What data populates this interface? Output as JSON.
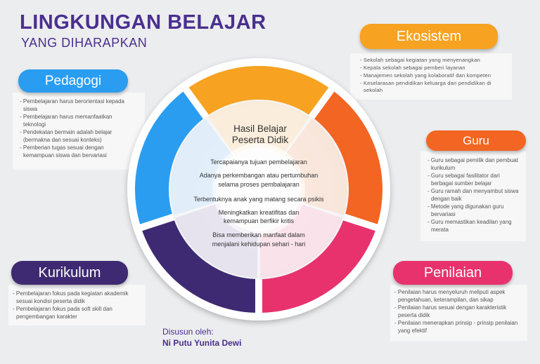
{
  "header": {
    "title": "LINGKUNGAN BELAJAR",
    "subtitle": "YANG DIHARAPKAN"
  },
  "center": {
    "title_line1": "Hasil Belajar",
    "title_line2": "Peserta Didik",
    "items": [
      "Tercapaianya tujuan pembelajaran",
      "Adanya perkembangan atau pertumbuhan",
      "selama proses pembalajaran",
      "Terbentuknya anak yang matang secara psikis",
      "Meningkatkan kreatifitas dan",
      "kemampuan berfikir kritis",
      "Bisa memberikan manfaat dalam",
      "menjalani kehidupan sehari - hari"
    ]
  },
  "panels": {
    "pedagogi": {
      "label": "Pedagogi",
      "color": "#2a9df0",
      "items": [
        "- Pembelajaran harus berorientasi kepada",
        "  siswa",
        "- Pembelajaran harus memanfaatkan",
        "  teknologi",
        "- Pendekatan bermain adalah belajar",
        "  (bermakna dan sesuai konteks)",
        "- Pemberian tugas sesuai dengan",
        "  kemampuan siswa dan bervariasi"
      ]
    },
    "ekosistem": {
      "label": "Ekosistem",
      "color": "#f7a221",
      "items": [
        "- Sekolah sebagai kegiatan yang menyenangkan",
        "- Kepala sekolah sebagai pemberi layanan",
        "- Manajemen sekolah yang kolaboratif dan kompeten",
        "- Keselarasan pendidikan keluarga dan pendidikan di",
        "  sekolah"
      ]
    },
    "guru": {
      "label": "Guru",
      "color": "#f26522",
      "items": [
        "- Guru sebagai pemilik dan pembuat",
        "  kurikulum",
        "- Guru   sebagai fasilitator dari",
        "  berbagai sumber belajar",
        "- Guru ramah dan menyambut siswa",
        "  dengan baik",
        "- Metode yang digunakan guru",
        "  bervariasi",
        "- Guru memastikan keadilan yang",
        "  merata"
      ]
    },
    "kurikulum": {
      "label": "Kurikulum",
      "color": "#3e2a72",
      "items": [
        "- Pembelajaran fokus pada kegiatan akademik",
        "  sesuai kondisi peserta didik",
        "- Pembelajaran fokus pada soft skill dan",
        "  pengembangan karakter"
      ]
    },
    "penilaian": {
      "label": "Penilaian",
      "color": "#e8326e",
      "items": [
        "- Penilaian harus menyeluruh meliputi aspek",
        "  pengetahuan, keterampilan, dan sikap",
        "- Penilaian harus sesuai dengan karakteristik",
        "  peserta didik",
        "- Penilaian menerapkan prinsip - prinsip penilaian",
        "  yang efektif"
      ]
    }
  },
  "credit": {
    "label": "Disusun oleh:",
    "name": "Ni Putu Yunita Dewi"
  }
}
